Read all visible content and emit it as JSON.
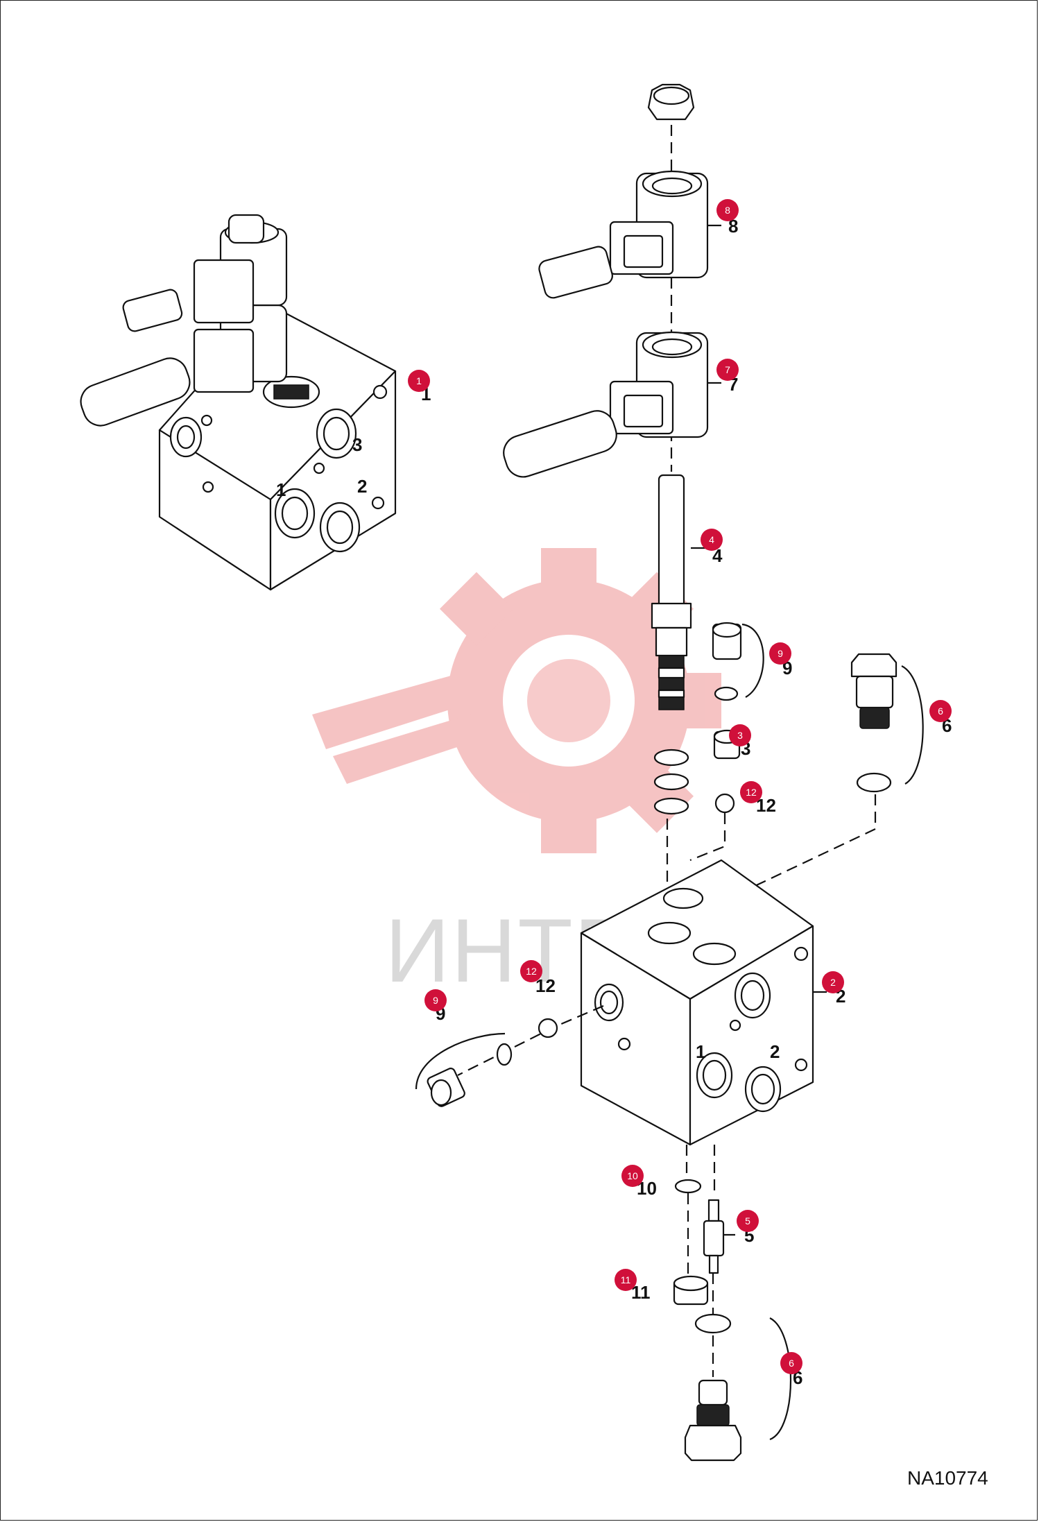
{
  "watermark": {
    "text": "ИНТЕХ",
    "color": "#f4b9b9"
  },
  "drawing_code": "NA10774",
  "callout_color": "#d0103a",
  "callouts": [
    {
      "label": "1"
    },
    {
      "label": "8"
    },
    {
      "label": "7"
    },
    {
      "label": "4"
    },
    {
      "label": "9"
    },
    {
      "label": "3"
    },
    {
      "label": "12"
    },
    {
      "label": "6"
    },
    {
      "label": "2"
    },
    {
      "label": "12"
    },
    {
      "label": "9"
    },
    {
      "label": "10"
    },
    {
      "label": "5"
    },
    {
      "label": "11"
    },
    {
      "label": "6"
    }
  ],
  "part_numbers": [
    {
      "label": "1"
    },
    {
      "label": "8"
    },
    {
      "label": "7"
    },
    {
      "label": "4"
    },
    {
      "label": "9"
    },
    {
      "label": "3"
    },
    {
      "label": "12"
    },
    {
      "label": "6"
    },
    {
      "label": "2"
    },
    {
      "label": "12"
    },
    {
      "label": "9"
    },
    {
      "label": "10"
    },
    {
      "label": "5"
    },
    {
      "label": "11"
    },
    {
      "label": "6"
    }
  ],
  "port_marks": [
    "1",
    "2",
    "3",
    "1",
    "2"
  ]
}
